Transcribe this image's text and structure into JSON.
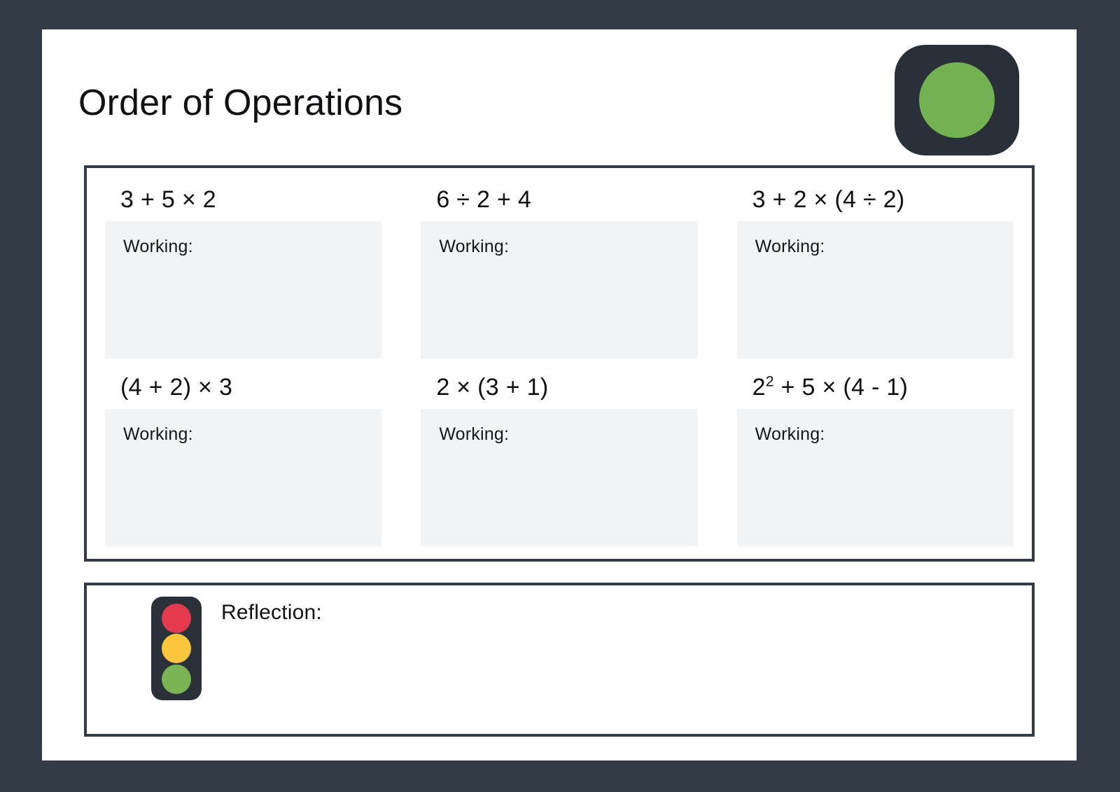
{
  "document": {
    "title": "Order of Operations",
    "background_color": "#333b46",
    "page_color": "#ffffff",
    "border_color": "#333b46"
  },
  "brand": {
    "badge_name": "green-light-badge",
    "badge_color": "#2a3038",
    "dot_color": "#73b253"
  },
  "questions": [
    {
      "expression_base": "3 + 5 × 2",
      "exponent": "",
      "expression_tail": "",
      "working_label": "Working:"
    },
    {
      "expression_base": "6 ÷ 2 + 4",
      "exponent": "",
      "expression_tail": "",
      "working_label": "Working:"
    },
    {
      "expression_base": "3 + 2 × (4 ÷ 2)",
      "exponent": "",
      "expression_tail": "",
      "working_label": "Working:"
    },
    {
      "expression_base": "(4 + 2) × 3",
      "exponent": "",
      "expression_tail": "",
      "working_label": "Working:"
    },
    {
      "expression_base": "2 × (3 + 1)",
      "exponent": "",
      "expression_tail": "",
      "working_label": "Working:"
    },
    {
      "expression_base": "2",
      "exponent": "2",
      "expression_tail": " + 5 × (4 - 1)",
      "working_label": "Working:"
    }
  ],
  "reflection": {
    "label": "Reflection:",
    "traffic_light": {
      "red_color": "#e43a4d",
      "amber_color": "#fbc53c",
      "green_color": "#7ab455",
      "housing_color": "#2b3139"
    }
  }
}
